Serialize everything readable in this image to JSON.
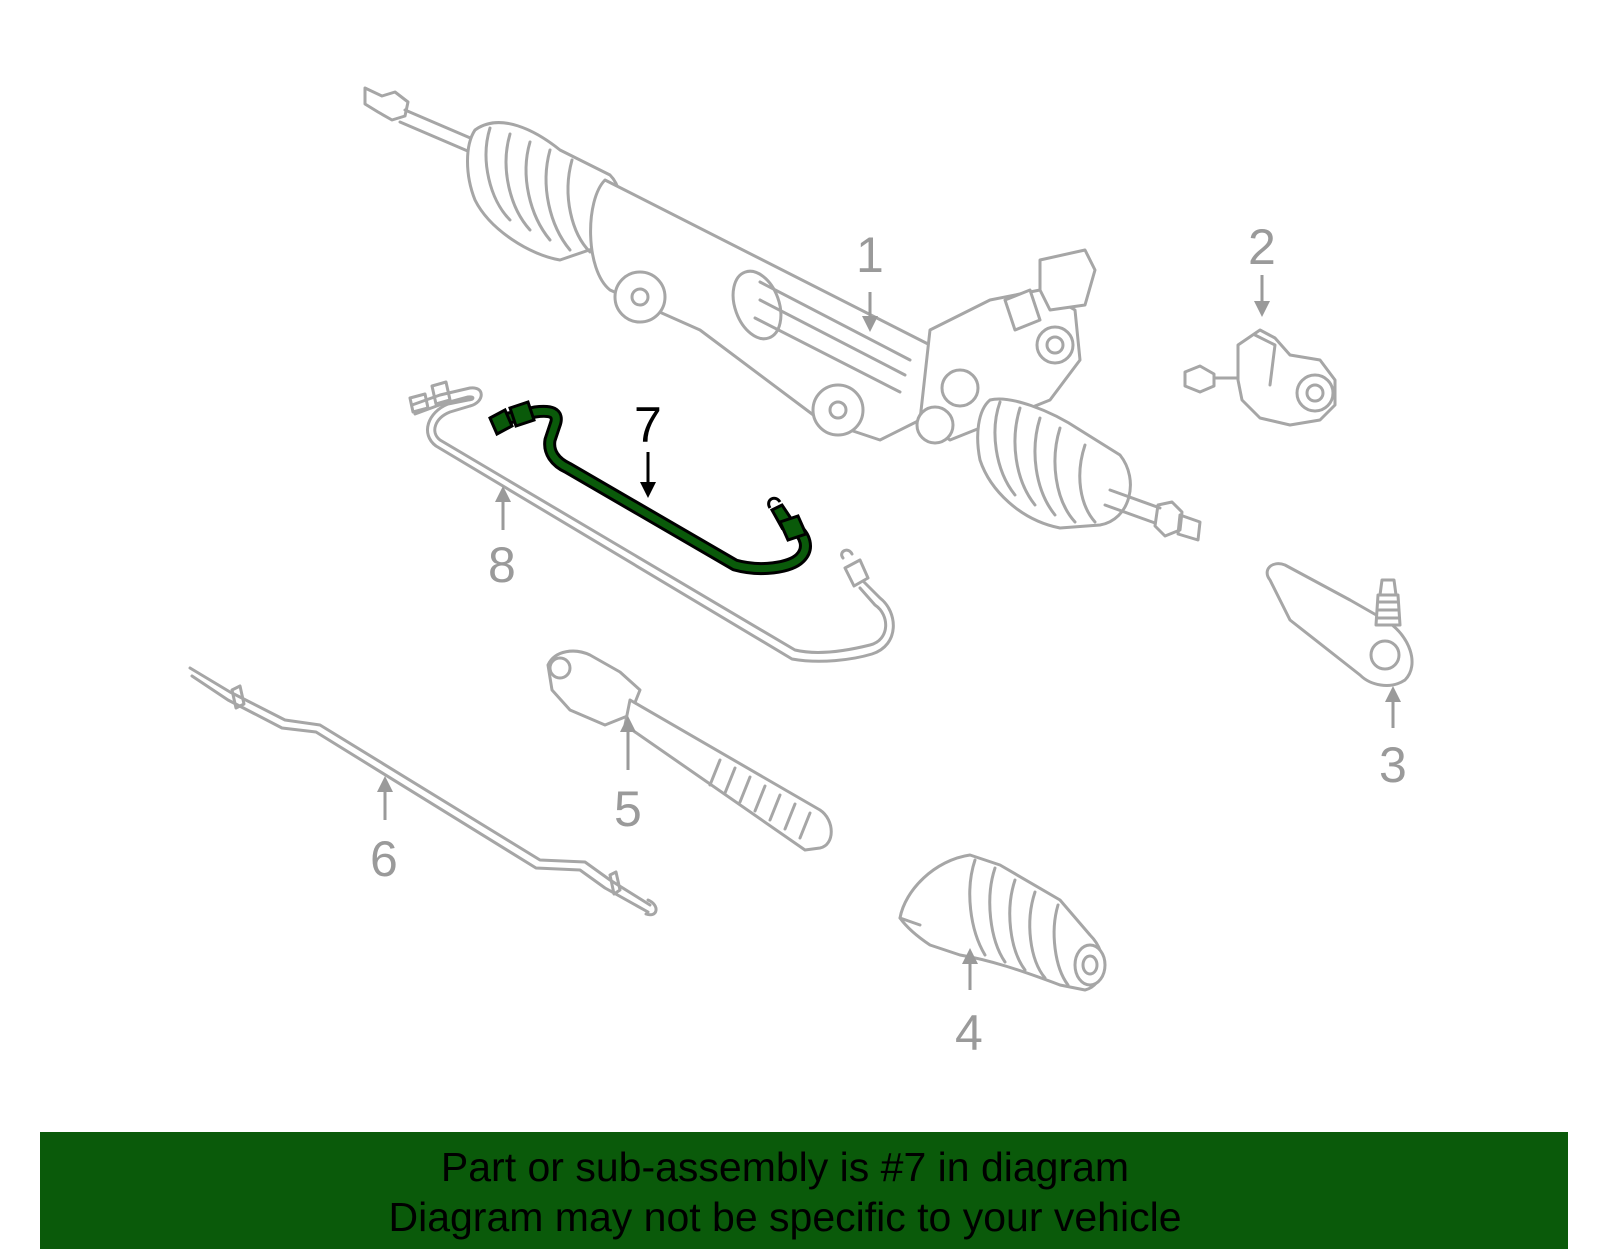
{
  "diagram": {
    "highlight_color": "#0a5a0a",
    "part_color": "#a6a6a6",
    "callouts": [
      {
        "number": "1"
      },
      {
        "number": "2"
      },
      {
        "number": "3"
      },
      {
        "number": "4"
      },
      {
        "number": "5"
      },
      {
        "number": "6"
      },
      {
        "number": "7",
        "highlighted": true
      },
      {
        "number": "8"
      }
    ]
  },
  "banner": {
    "background_color": "#0a5a0a",
    "line1": "Part or sub-assembly is #7 in diagram",
    "line2": "Diagram may not be specific to your vehicle"
  }
}
